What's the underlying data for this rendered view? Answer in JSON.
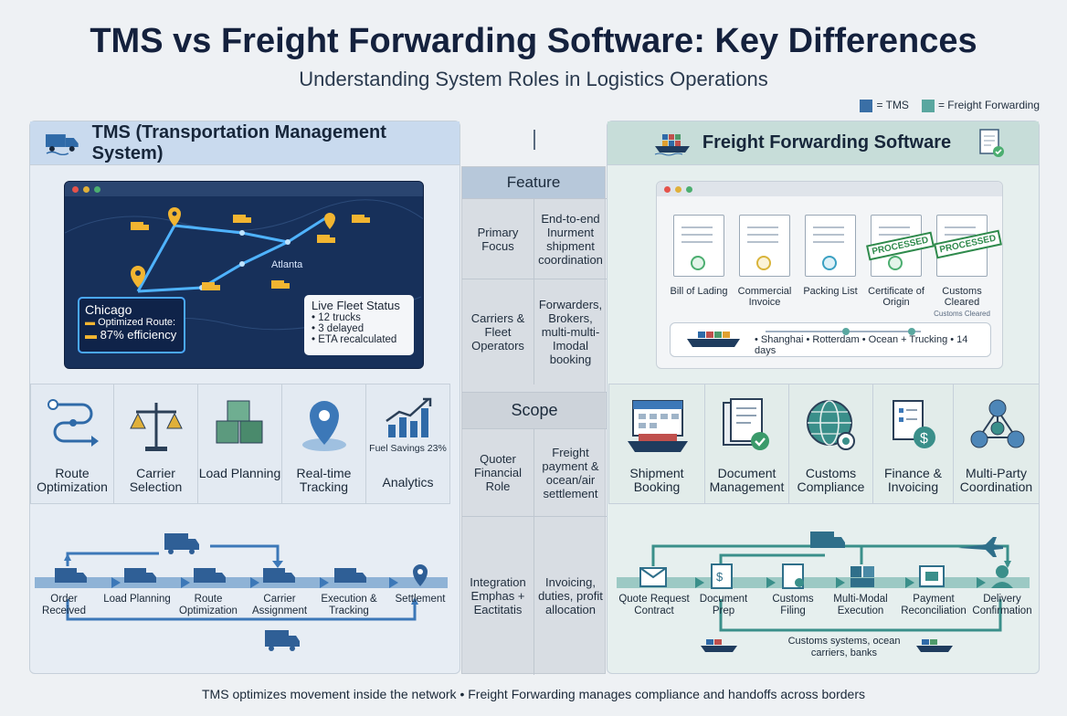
{
  "header": {
    "title": "TMS vs Freight Forwarding Software: Key Differences",
    "subtitle": "Understanding System Roles in Logistics Operations"
  },
  "legend": {
    "tms": {
      "label": "= TMS",
      "color": "#3a6fa6"
    },
    "ff": {
      "label": "= Freight Forwarding",
      "color": "#5aa7a0"
    }
  },
  "tms_panel": {
    "title": "TMS (Transportation Management System)",
    "map": {
      "city_label": "Atlanta",
      "chicago": {
        "title": "Chicago",
        "route_label": "Optimized Route:",
        "efficiency": "87% efficiency"
      },
      "fleet": {
        "title": "Live Fleet Status",
        "items": [
          "• 12 trucks",
          "• 3 delayed",
          "• ETA recalculated"
        ]
      }
    },
    "tiles": [
      {
        "label": "Route Optimization",
        "icon": "route-icon"
      },
      {
        "label": "Carrier Selection",
        "icon": "scale-icon"
      },
      {
        "label": "Load Planning",
        "icon": "boxes-icon"
      },
      {
        "label": "Real-time Tracking",
        "icon": "map-pin-icon"
      },
      {
        "label": "Analytics",
        "icon": "chart-icon",
        "note": "Fuel Savings 23%"
      }
    ],
    "flow": [
      "Order Received",
      "Load Planning",
      "Route Optimization",
      "Carrier Assignment",
      "Execution & Tracking",
      "Settlement"
    ]
  },
  "center": {
    "feature_header": "Feature",
    "rows": [
      {
        "label": "Primary Focus",
        "value": "End-to-end Inurment shipment coordination"
      },
      {
        "label": "Carriers & Fleet Operators",
        "value": "Forwarders, Brokers, multi-multi-Imodal booking"
      },
      {
        "label": "Quoter Financial Role",
        "value": "Freight payment & ocean/air settlement"
      },
      {
        "label": "Integration Emphas + Eactitatis",
        "value": "Invoicing, duties, profit allocation"
      }
    ],
    "scope_header": "Scope"
  },
  "ff_panel": {
    "title": "Freight Forwarding Software",
    "docs": [
      {
        "label": "Bill of Lading"
      },
      {
        "label": "Commercial Invoice"
      },
      {
        "label": "Packing List"
      },
      {
        "label": "Certificate of Origin",
        "stamp": "PROCESSED"
      },
      {
        "label": "Customs Cleared",
        "sub": "Customs Cleared",
        "stamp": "PROCESSED"
      }
    ],
    "route_text": "• Shanghai • Rotterdam • Ocean + Trucking • 14 days",
    "tiles": [
      {
        "label": "Shipment Booking",
        "icon": "ship-calendar-icon"
      },
      {
        "label": "Document Management",
        "icon": "document-icon"
      },
      {
        "label": "Customs Compliance",
        "icon": "globe-icon"
      },
      {
        "label": "Finance & Invoicing",
        "icon": "invoice-icon"
      },
      {
        "label": "Multi-Party Coordination",
        "icon": "network-icon"
      }
    ],
    "flow": [
      "Quote Request Contract",
      "Document Prep",
      "Customs Filing",
      "Multi-Modal Execution",
      "Payment Reconciliation",
      "Delivery Confirmation"
    ],
    "partners_note": "Customs systems, ocean carriers, banks"
  },
  "footer": "TMS optimizes movement inside the network • Freight Forwarding manages compliance and handoffs across borders"
}
